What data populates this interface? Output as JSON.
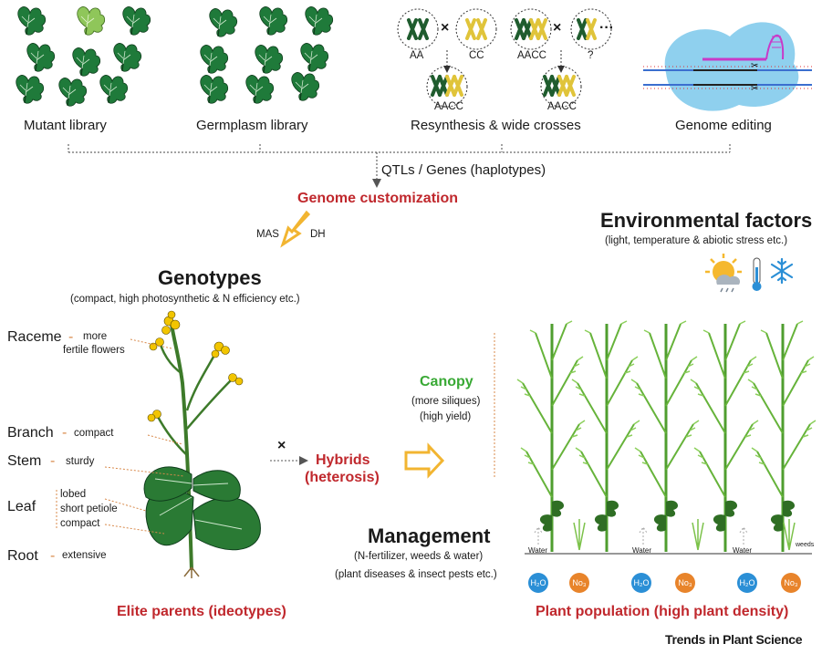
{
  "top_panels": [
    {
      "label": "Mutant library"
    },
    {
      "label": "Germplasm library"
    },
    {
      "label": "Resynthesis & wide crosses"
    },
    {
      "label": "Genome editing"
    }
  ],
  "crosses": {
    "g1": "AA",
    "g2": "CC",
    "g3": "AACC",
    "g4": "AACC",
    "g5": "?",
    "g6": "AACC",
    "sym1": "×",
    "sym2": "×",
    "dots": "···"
  },
  "qtls": "QTLs / Genes (haplotypes)",
  "genome_customization": "Genome customization",
  "mas": "MAS",
  "dh": "DH",
  "genotypes": {
    "title": "Genotypes",
    "subtitle": "(compact, high photosynthetic  & N efficiency etc.)"
  },
  "environment": {
    "title": "Environmental factors",
    "subtitle": "(light, temperature & abiotic stress etc.)"
  },
  "organs": {
    "raceme": "Raceme",
    "raceme_desc1": "more",
    "raceme_desc2": "fertile flowers",
    "branch": "Branch",
    "branch_desc": "compact",
    "stem": "Stem",
    "stem_desc": "sturdy",
    "leaf": "Leaf",
    "leaf_desc1": "lobed",
    "leaf_desc2": "short petiole",
    "leaf_desc3": "compact",
    "root": "Root",
    "root_desc": "extensive"
  },
  "cross_symbol": "×",
  "hybrids": {
    "line1": "Hybrids",
    "line2": "(heterosis)"
  },
  "canopy": {
    "title": "Canopy",
    "line1": "(more siliques)",
    "line2": "(high yield)"
  },
  "management": {
    "title": "Management",
    "line1": "(N-fertilizer, weeds & water)",
    "line2": "(plant diseases & insect pests  etc.)"
  },
  "water_label": "Water",
  "weeds_label": "weeds",
  "h2o": "H₂O",
  "no3": "No₃",
  "elite_parents": "Elite parents (ideotypes)",
  "plant_population": "Plant population (high plant density)",
  "journal": "Trends in Plant Science",
  "colors": {
    "red": "#c0282d",
    "green": "#39a935",
    "orange": "#e8842b",
    "blue": "#2b8fd6"
  }
}
